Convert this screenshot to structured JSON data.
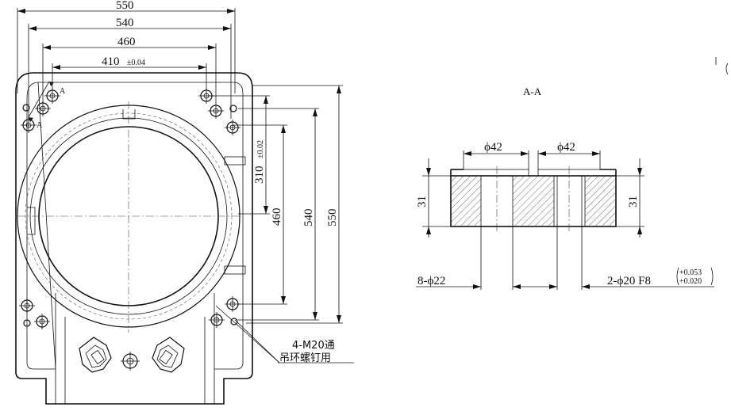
{
  "front_view": {
    "dims_horizontal": [
      "550",
      "540",
      "460",
      "410"
    ],
    "tol_410": "±0.04",
    "dims_vertical": [
      "310",
      "460",
      "540",
      "550"
    ],
    "tol_310": "±0.02",
    "section_marks": [
      "A",
      "A"
    ],
    "note_line1": "4-M20通",
    "note_line2": "吊环螺钉用"
  },
  "section_view": {
    "title": "A-A",
    "dia_left": "ϕ42",
    "dia_right": "ϕ42",
    "height_left": "31",
    "height_right": "31",
    "holes_left": "8-ϕ22",
    "holes_right": "2-ϕ20 F8",
    "tol_upper": "+0.053",
    "tol_lower": "+0.020"
  }
}
